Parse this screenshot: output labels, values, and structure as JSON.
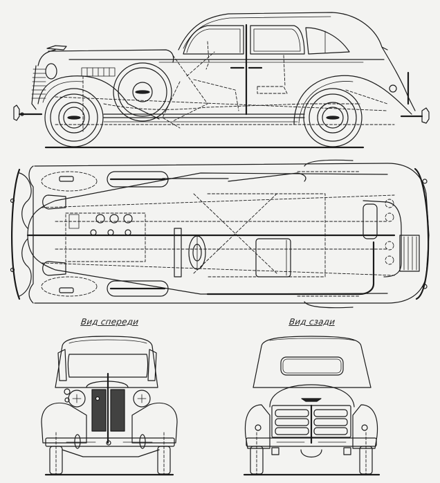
{
  "drawing": {
    "subject": "1930s four-door sedan technical blueprint",
    "views": [
      {
        "id": "side",
        "label": ""
      },
      {
        "id": "top-chassis",
        "label": ""
      },
      {
        "id": "front",
        "label": "Вид спереди"
      },
      {
        "id": "rear",
        "label": "Вид сзади"
      }
    ],
    "captions": {
      "front_view": "Вид спереди",
      "rear_view": "Вид сзади"
    },
    "colors": {
      "paper": "#f3f3f1",
      "ink": "#1a1a1a"
    }
  }
}
